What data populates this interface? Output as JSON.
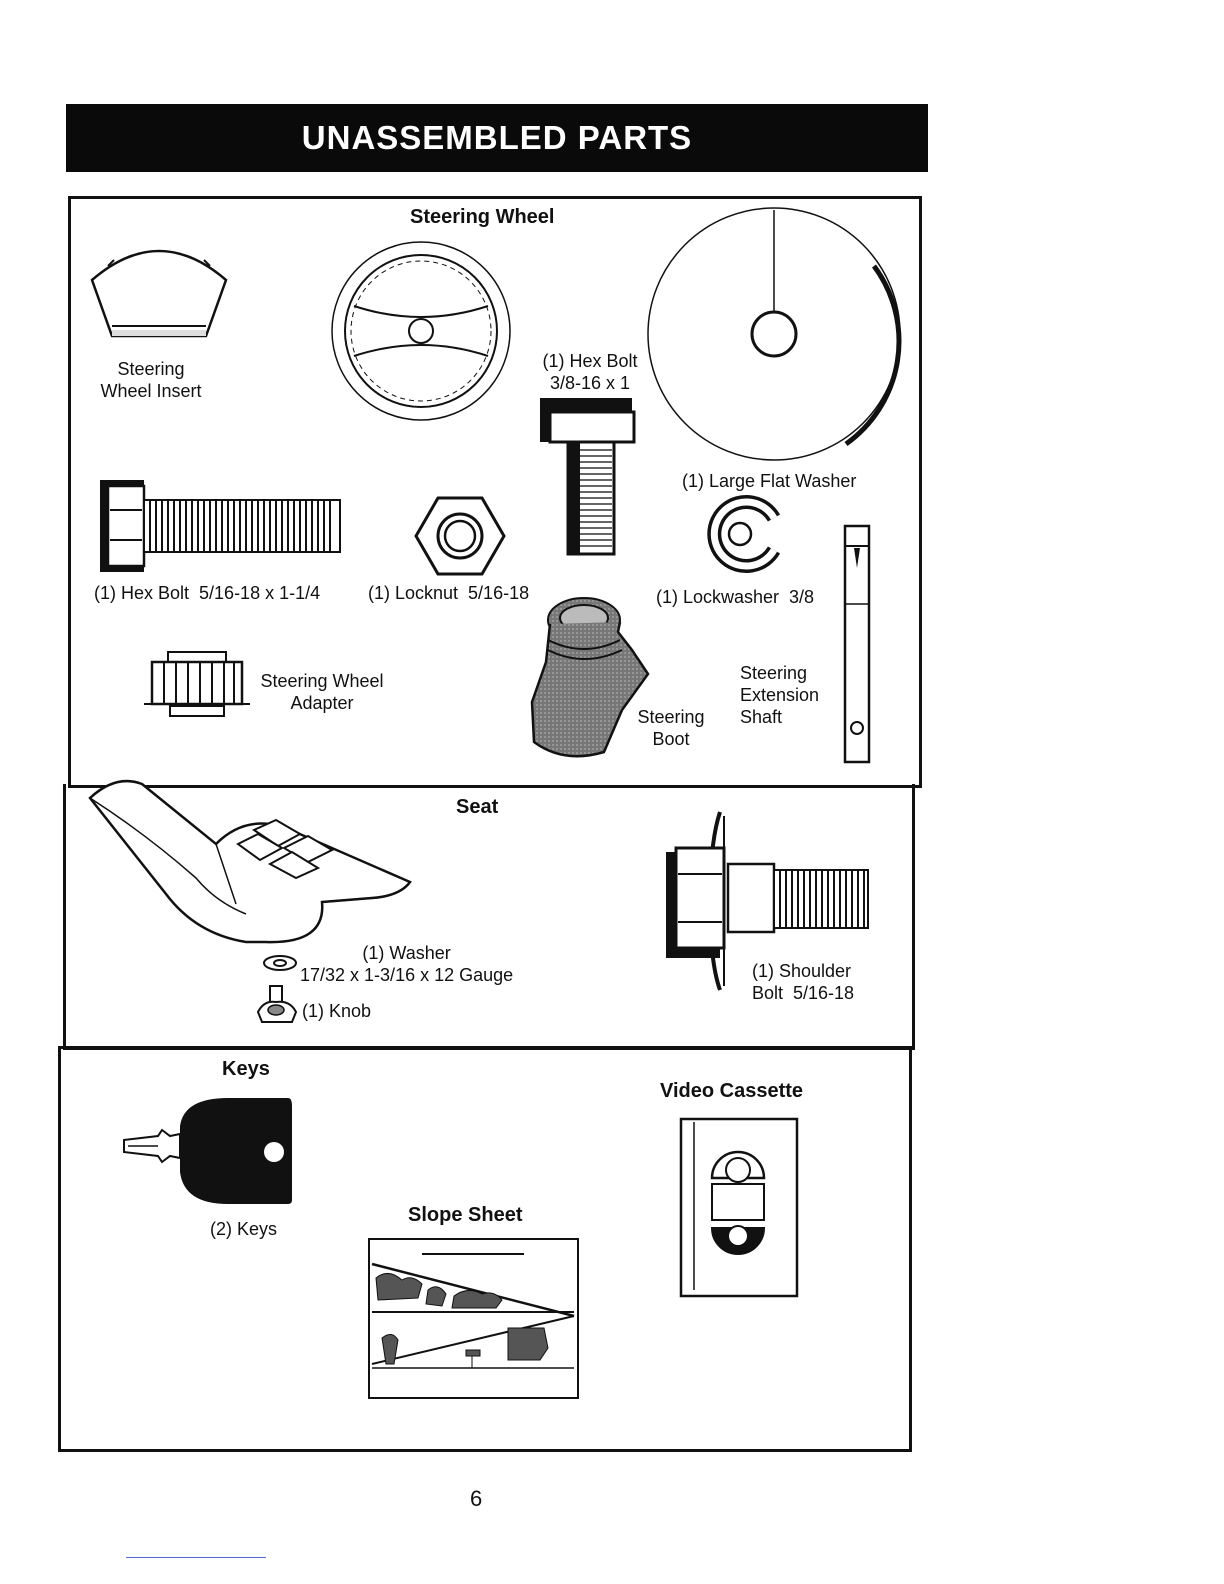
{
  "page": {
    "title": "UNASSEMBLED PARTS",
    "page_number": "6"
  },
  "steering_section": {
    "heading": "Steering Wheel",
    "insert_label": "Steering\nWheel Insert",
    "hex_bolt_38_label": "(1) Hex Bolt\n3/8-16 x 1",
    "large_washer_label": "(1) Large Flat Washer",
    "hex_bolt_516_label": "(1) Hex Bolt  5/16-18 x 1-1/4",
    "locknut_label": "(1) Locknut  5/16-18",
    "lockwasher_label": "(1) Lockwasher  3/8",
    "adapter_label": "Steering Wheel\nAdapter",
    "boot_label": "Steering\nBoot",
    "extension_shaft_label": "Steering\nExtension\nShaft"
  },
  "seat_section": {
    "heading": "Seat",
    "washer_label": "(1) Washer\n17/32 x 1-3/16 x 12 Gauge",
    "knob_label": "(1) Knob",
    "shoulder_bolt_label": "(1) Shoulder\nBolt  5/16-18"
  },
  "misc_section": {
    "keys_heading": "Keys",
    "keys_label": "(2) Keys",
    "slope_heading": "Slope Sheet",
    "video_heading": "Video Cassette"
  }
}
